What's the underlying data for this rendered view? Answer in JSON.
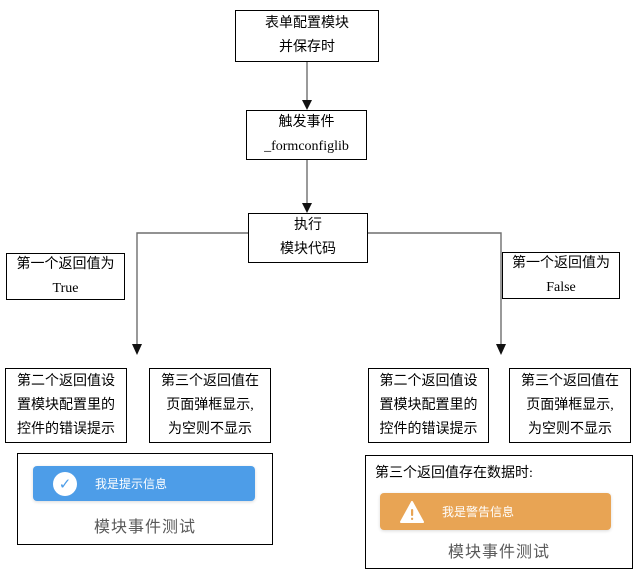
{
  "colors": {
    "info_toast": "#4d9de8",
    "warning_toast": "#e8a454",
    "box_border": "#000000",
    "muted_title_text": "#595959",
    "arrow_shaft": "#6e6e6e",
    "arrow_head": "#111111"
  },
  "flowchart": {
    "start": {
      "line1": "表单配置模块",
      "line2": "并保存时"
    },
    "trigger": {
      "line1": "触发事件",
      "line2": "_formconfiglib"
    },
    "execute": {
      "line1": "执行",
      "line2": "模块代码"
    },
    "true_branch": {
      "line1": "第一个返回值为",
      "line2": "True"
    },
    "false_branch": {
      "line1": "第一个返回值为",
      "line2": "False"
    },
    "left_second_return": {
      "line1": "第二个返回值设",
      "line2": "置模块配置里的",
      "line3": "控件的错误提示"
    },
    "left_third_return": {
      "line1": "第三个返回值在",
      "line2": "页面弹框显示,",
      "line3": "为空则不显示"
    },
    "right_second_return": {
      "line1": "第二个返回值设",
      "line2": "置模块配置里的",
      "line3": "控件的错误提示"
    },
    "right_third_return": {
      "line1": "第三个返回值在",
      "line2": "页面弹框显示,",
      "line3": "为空则不显示"
    }
  },
  "info_preview": {
    "toast_message": "我是提示信息",
    "page_title": "模块事件测试"
  },
  "warning_preview": {
    "caption": "第三个返回值存在数据时:",
    "toast_message": "我是警告信息",
    "page_title": "模块事件测试"
  }
}
